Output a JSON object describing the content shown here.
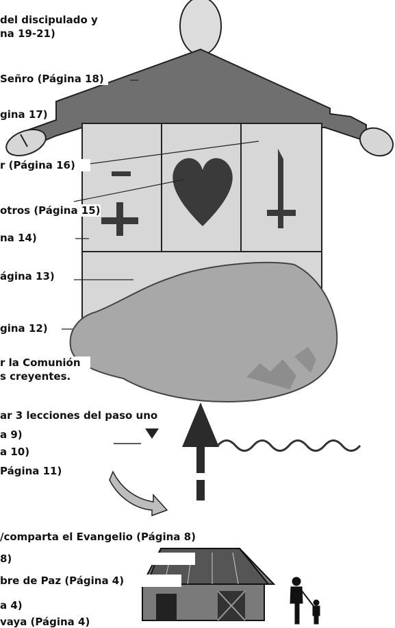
{
  "labels": {
    "discipulado_1": "del discipulado y",
    "discipulado_2": "na 19-21)",
    "senor": "Señro (Página 18)",
    "pagina17": "gina 17)",
    "pagina16": "r (Página 16)",
    "otros": "otros (Página 15)",
    "pagina14": "na 14)",
    "pagina13": "ágina 13)",
    "pagina12": "gina 12)",
    "comunion_1": "r la Comunión",
    "comunion_2": "s creyentes.",
    "lecciones": "ar 3 lecciones del paso  uno",
    "pagina9": "a 9)",
    "pagina10": "a 10)",
    "pagina11": "Página 11)",
    "evangelio": "/comparta el Evangelio (Página 8)",
    "pagina8": "8)",
    "paz": "bre de Paz (Página 4)",
    "pagina4": "a 4)",
    "vaya": "vaya (Página 4)"
  },
  "colors": {
    "roof": "#6f6f6f",
    "wall": "#d7d7d7",
    "head": "#dcdcdc",
    "stone": "#a8a8a8",
    "outline": "#222222",
    "symbols": "#3a3a3a"
  },
  "icons": [
    "head-icon",
    "hand-icon",
    "minus-icon",
    "plus-icon",
    "heart-icon",
    "sword-icon",
    "stone-icon",
    "up-arrow-icon",
    "curved-arrow-icon",
    "wave-icon",
    "hut-icon",
    "parent-child-icon"
  ]
}
